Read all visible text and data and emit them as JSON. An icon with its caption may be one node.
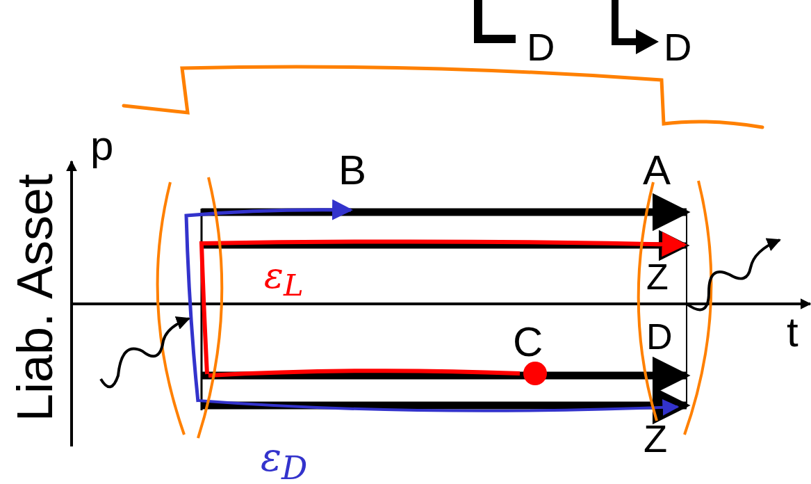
{
  "diagram": {
    "labels": [
      "D",
      "D",
      "p",
      "B",
      "A",
      "Asset",
      "ε$_{L}$",
      "Z",
      "t",
      "Liab.",
      "C",
      "D",
      "Z",
      "ε$_{D}$"
    ]
  }
}
